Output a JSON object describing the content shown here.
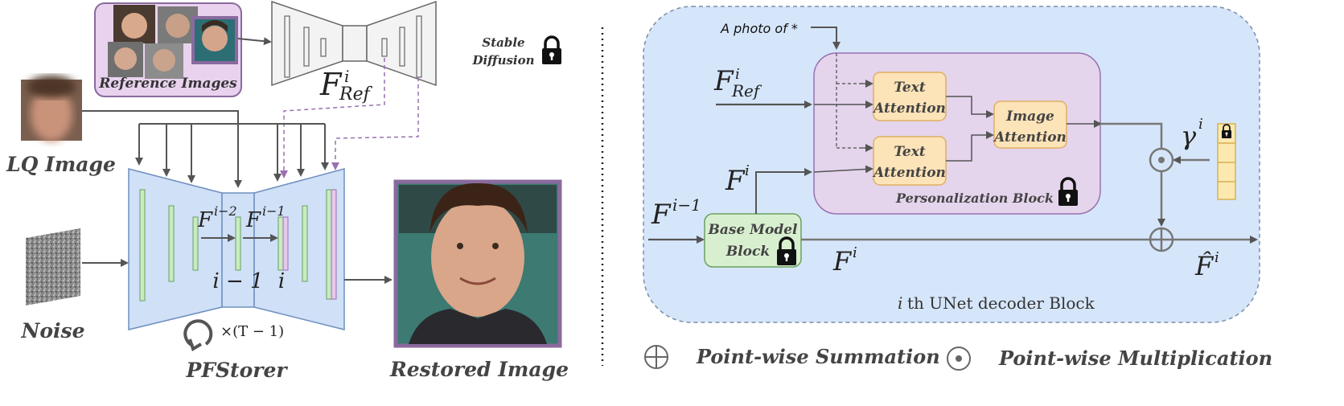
{
  "left": {
    "reference_images": "Reference Images",
    "stable": "Stable",
    "diffusion": "Diffusion",
    "f_ref_main": "F",
    "f_ref_sup": "i",
    "f_ref_sub": "Ref",
    "lq_image": "LQ Image",
    "noise": "Noise",
    "f_im2_main": "F",
    "f_im2_sup": "i−2",
    "f_im1_main": "F",
    "f_im1_sup": "i−1",
    "i_minus_1": "i − 1",
    "i": "i",
    "loop_label": "×(T − 1)",
    "pfstorer": "PFStorer",
    "restored_image": "Restored Image"
  },
  "right": {
    "prompt": "A photo of *",
    "f_ref_main": "F",
    "f_ref_sup": "i",
    "f_ref_sub": "Ref",
    "f_i_main": "F",
    "f_i_sup": "i",
    "f_im1_main": "F",
    "f_im1_sup": "i−1",
    "text_attention_1a": "Text",
    "text_attention_1b": "Attention",
    "text_attention_2a": "Text",
    "text_attention_2b": "Attention",
    "image_attention_a": "Image",
    "image_attention_b": "Attention",
    "personalization_block": "Personalization Block",
    "base_model_a": "Base Model",
    "base_model_b": "Block",
    "f_i_bottom_main": "F",
    "f_i_bottom_sup": "i",
    "gamma": "γ",
    "gamma_sup": "i",
    "f_hat_main": "F̂",
    "f_hat_sup": "i",
    "decoder_block_i": "i",
    "decoder_block": "th UNet decoder Block"
  },
  "legend": {
    "summation": "Point-wise Summation",
    "multiplication": "Point-wise Multiplication"
  },
  "colors": {
    "unet_fill": "#cfe0f7",
    "unet_stroke": "#6f8fbf",
    "bar_green": "#c8ecc0",
    "bar_green_stroke": "#6aa060",
    "bar_pink": "#e6c8ea",
    "purple_frame": "#8a6a9e",
    "ref_box_fill": "#e8d2ee",
    "personalization_fill": "#e4d4ec",
    "attention_fill": "#fde3b8",
    "attention_stroke": "#e0b060",
    "base_block_fill": "#d8efcf",
    "decoder_bg": "#d6e6fa",
    "arrow": "#555555"
  },
  "icons": [
    "lock-icon",
    "sum-icon",
    "multiply-icon",
    "loop-icon"
  ]
}
